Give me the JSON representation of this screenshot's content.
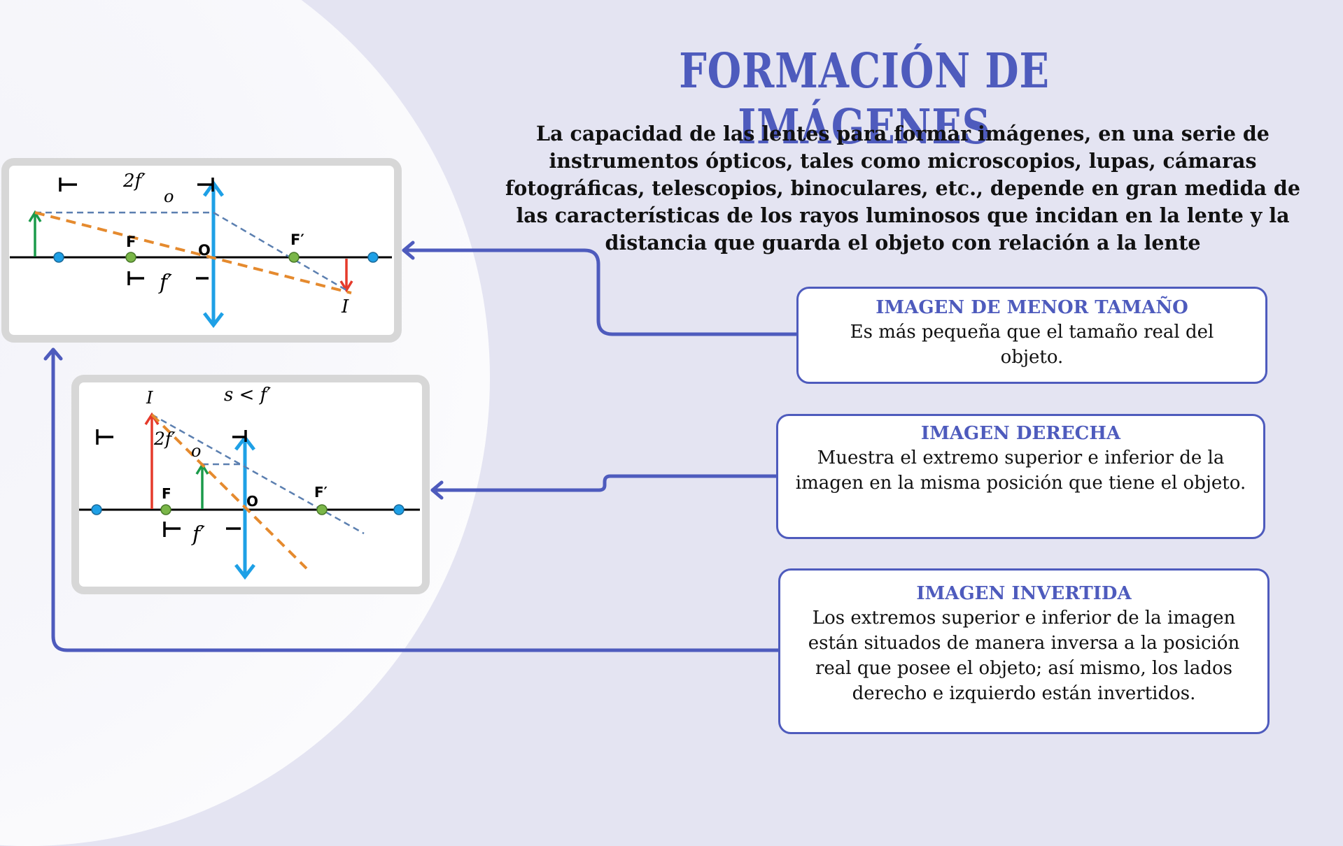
{
  "title": "FORMACIÓN DE IMÁGENES",
  "intro": "La capacidad de las lentes para formar imágenes, en una serie de instrumentos ópticos, tales como microscopios, lupas, cámaras fotográficas, telescopios, binoculares, etc., depende en gran medida de las características de los rayos luminosos que incidan en la lente y la distancia que guarda el objeto con relación a la lente",
  "colors": {
    "accent": "#4e5bbd",
    "background": "#e4e4f2",
    "lens": "#1ea0e6",
    "object_arrow": "#1a9a4a",
    "image_arrow": "#e53a2b",
    "ray_orange": "#e58a2e",
    "ray_blue": "#5b7fb0"
  },
  "cards": [
    {
      "title": "IMAGEN DE MENOR TAMAÑO",
      "text": "Es más pequeña que el tamaño real del objeto."
    },
    {
      "title": "IMAGEN DERECHA",
      "text": "Muestra el extremo superior e inferior de la imagen en la misma posición que tiene el objeto."
    },
    {
      "title": "IMAGEN INVERTIDA",
      "text": "Los extremos superior e inferior de la imagen están situados de manera inversa a la posición real que posee el objeto; así mismo, los lados derecho e izquierdo están invertidos."
    }
  ],
  "diagram1": {
    "label_2f": "2f′",
    "label_o": "o",
    "label_F": "F",
    "label_O": "O",
    "label_Fp": "F′",
    "label_f": "f′",
    "label_I": "I"
  },
  "diagram2": {
    "label_I": "I",
    "label_condition": "s < f′",
    "label_2f": "2f′",
    "label_o": "o",
    "label_F": "F",
    "label_O": "O",
    "label_Fp": "F′",
    "label_f": "f′"
  }
}
